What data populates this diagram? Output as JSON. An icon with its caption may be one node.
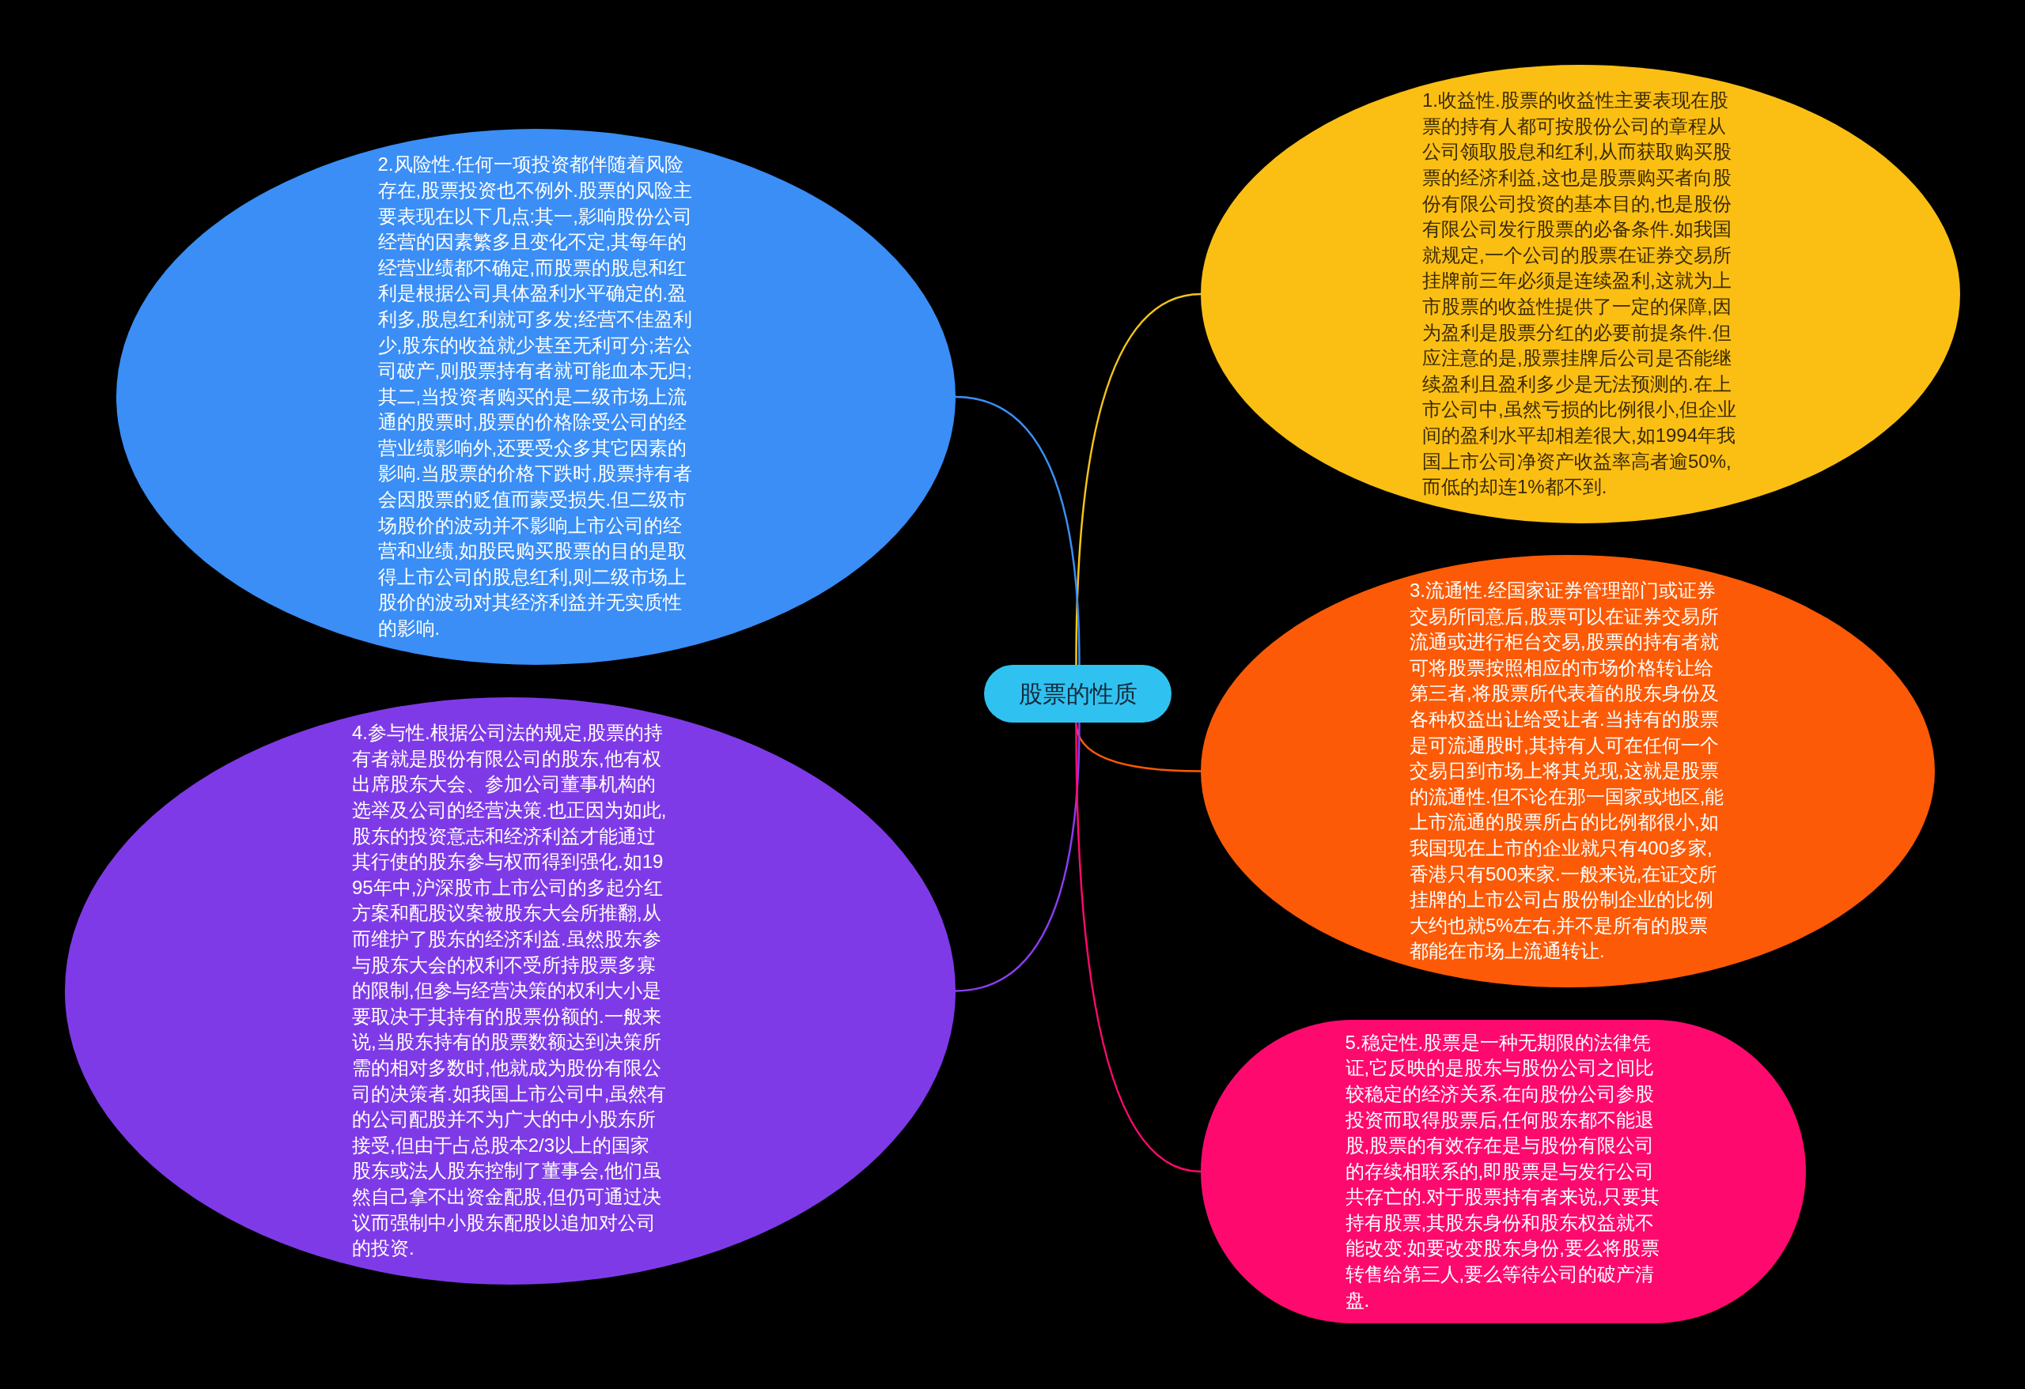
{
  "diagram": {
    "nodes": [
      {
        "text": [
          "股票的性质"
        ]
      },
      {
        "text": [
          "1.收益性.股票的收益性主要表现在股票的持有人都可按股份公司的章程从公司领取股息和红利,从而获取购买股票的经济利益,这也是股票购买者向股份有限公司投资的基本目的,也是股份有限公司发行股票的必备条件.如我国就规定,一个公司的股票在证券交易所挂牌前三年必须是连续盈利,这就为上市股票的收益性提供了一定的保障,因为盈利是股票分红的必要前提条件.但应注意的是,股票挂牌后公司是否能继续盈利且盈利多少是无法预测的.在上市公司中,虽然亏损的比例很小,但企业间的盈利水平却相差很大,如1994年我国上市公司净资产收益率高者逾50%,而低的却连1%都不到."
        ]
      },
      {
        "text": [
          "2.风险性.任何一项投资都伴随着风险存在,股票投资也不例外.股票的风险主要表现在以下几点:其一,影响股份公司经营的因素繁多且变化不定,其每年的经营业绩都不确定,而股票的股息和红利是根据公司具体盈利水平确定的.盈利多,股息红利就可多发;经营不佳盈利少,股东的收益就少甚至无利可分;若公司破产,则股票持有者就可能血本无归;其二,当投资者购买的是二级市场上流通的股票时,股票的价格除受公司的经营业绩影响外,还要受众多其它因素的影响.当股票的价格下跌时,股票持有者会因股票的贬值而蒙受损失.但二级市场股价的波动并不影响上市公司的经营和业绩,如股民购买股票的目的是取得上市公司的股息红利,则二级市场上股价的波动对其经济利益并无实质性的影响."
        ]
      },
      {
        "text": [
          "3.流通性.经国家证券管理部门或证券交易所同意后,股票可以在证券交易所流通或进行柜台交易,股票的持有者就可将股票按照相应的市场价格转让给第三者,将股票所代表着的股东身份及各种权益出让给受让者.当持有的股票是可流通股时,其持有人可在任何一个交易日到市场上将其兑现,这就是股票的流通性.但不论在那一国家或地区,能上市流通的股票所占的比例都很小,如我国现在上市的企业就只有400多家,香港只有500来家.一般来说,在证交所挂牌的上市公司占股份制企业的比例大约也就5%左右,并不是所有的股票都能在市场上流通转让."
        ]
      },
      {
        "text": [
          "4.参与性.根据公司法的规定,股票的持有者就是股份有限公司的股东,他有权出席股东大会、参加公司董事机构的选举及公司的经营决策.也正因为如此,股东的投资意志和经济利益才能通过其行使的股东参与权而得到强化.如1995年中,沪深股市上市公司的多起分红方案和配股议案被股东大会所推翻,从而维护了股东的经济利益.虽然股东参与股东大会的权利不受所持股票多寡的限制,但参与经营决策的权利大小是要取决于其持有的股票份额的.一般来说,当股东持有的股票数额达到决策所需的相对多数时,他就成为股份有限公司的决策者.如我国上市公司中,虽然有的公司配股并不为广大的中小股东所接受,但由于占总股本2/3以上的国家股东或法人股东控制了董事会,他们虽然自己拿不出资金配股,但仍可通过决议而强制中小股东配股以追加对公司的投资."
        ]
      },
      {
        "text": [
          "5.稳定性.股票是一种无期限的法律凭证,它反映的是股东与股份公司之间比较稳定的经济关系.在向股份公司参股投资而取得股票后,任何股东都不能退股,股票的有效存在是与股份有限公司的存续相联系的,即股票是与发行公司共存亡的.对于股票持有者来说,只要其持有股票,其股东身份和股东权益就不能改变.如要改变股东身份,要么将股票转售给第三人,要么等待公司的破产清盘."
        ]
      }
    ],
    "edges": [
      {
        "from": 0,
        "to": 1,
        "arrow": "none",
        "color": "#f5c518"
      },
      {
        "from": 0,
        "to": 2,
        "arrow": "none",
        "color": "#3b8ef5"
      },
      {
        "from": 0,
        "to": 3,
        "arrow": "none",
        "color": "#fc5a06"
      },
      {
        "from": 0,
        "to": 4,
        "arrow": "none",
        "color": "#8b3cf0"
      },
      {
        "from": 0,
        "to": 5,
        "arrow": "none",
        "color": "#fe0a6e"
      }
    ]
  }
}
